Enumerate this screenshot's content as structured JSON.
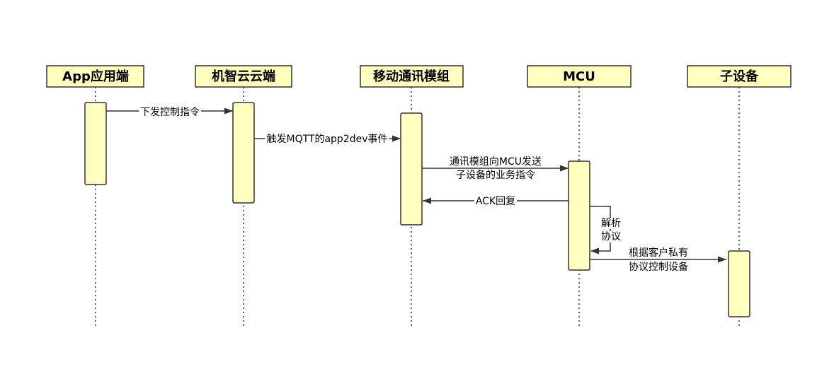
{
  "colors": {
    "box_fill": "#ffffc0",
    "stroke": "#333333",
    "background": "#ffffff"
  },
  "actors": [
    {
      "id": "app",
      "label": "App应用端"
    },
    {
      "id": "cloud",
      "label": "机智云云端"
    },
    {
      "id": "module",
      "label": "移动通讯模组"
    },
    {
      "id": "mcu",
      "label": "MCU"
    },
    {
      "id": "subdevice",
      "label": "子设备"
    }
  ],
  "messages": [
    {
      "from": "app",
      "to": "cloud",
      "lines": [
        "下发控制指令"
      ]
    },
    {
      "from": "cloud",
      "to": "module",
      "lines": [
        "触发MQTT的app2dev事件"
      ]
    },
    {
      "from": "module",
      "to": "mcu",
      "lines": [
        "通讯模组向MCU发送",
        "子设备的业务指令"
      ]
    },
    {
      "from": "mcu",
      "to": "module",
      "lines": [
        "ACK回复"
      ]
    },
    {
      "from": "mcu",
      "to": "mcu",
      "lines": [
        "解析",
        "协议"
      ]
    },
    {
      "from": "mcu",
      "to": "subdevice",
      "lines": [
        "根据客户私有",
        "协议控制设备"
      ]
    }
  ]
}
